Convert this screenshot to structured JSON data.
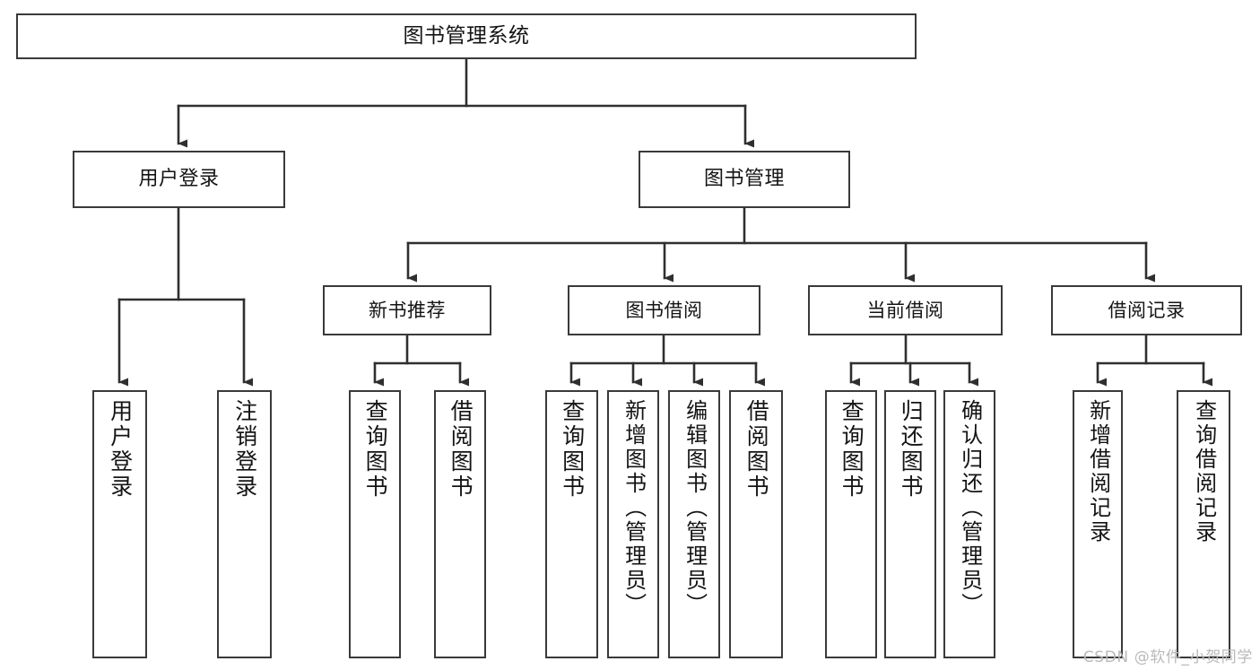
{
  "diagram": {
    "title": "图书管理系统",
    "type": "tree",
    "root": {
      "label": "图书管理系统"
    },
    "level2": [
      {
        "label": "用户登录"
      },
      {
        "label": "图书管理"
      }
    ],
    "level3": [
      {
        "label": "新书推荐"
      },
      {
        "label": "图书借阅"
      },
      {
        "label": "当前借阅"
      },
      {
        "label": "借阅记录"
      }
    ],
    "leaves": {
      "user_login": [
        {
          "label": "用户登录"
        },
        {
          "label": "注销登录"
        }
      ],
      "new_book_recommend": [
        {
          "label": "查询图书"
        },
        {
          "label": "借阅图书"
        }
      ],
      "book_borrow": [
        {
          "label": "查询图书"
        },
        {
          "label": "新增图书（管理员）"
        },
        {
          "label": "编辑图书（管理员）"
        },
        {
          "label": "借阅图书"
        }
      ],
      "current_borrow": [
        {
          "label": "查询图书"
        },
        {
          "label": "归还图书"
        },
        {
          "label": "确认归还（管理员）"
        }
      ],
      "borrow_record": [
        {
          "label": "新增借阅记录"
        },
        {
          "label": "查询借阅记录"
        }
      ]
    }
  },
  "watermark": {
    "text": "CSDN @软件_小贺同学"
  },
  "colors": {
    "box_border": "#3a3a3a",
    "box_fill": "#ffffff",
    "line": "#2f2f2f",
    "text": "#141414",
    "watermark": "#b9b9b9",
    "background": "#ffffff"
  }
}
